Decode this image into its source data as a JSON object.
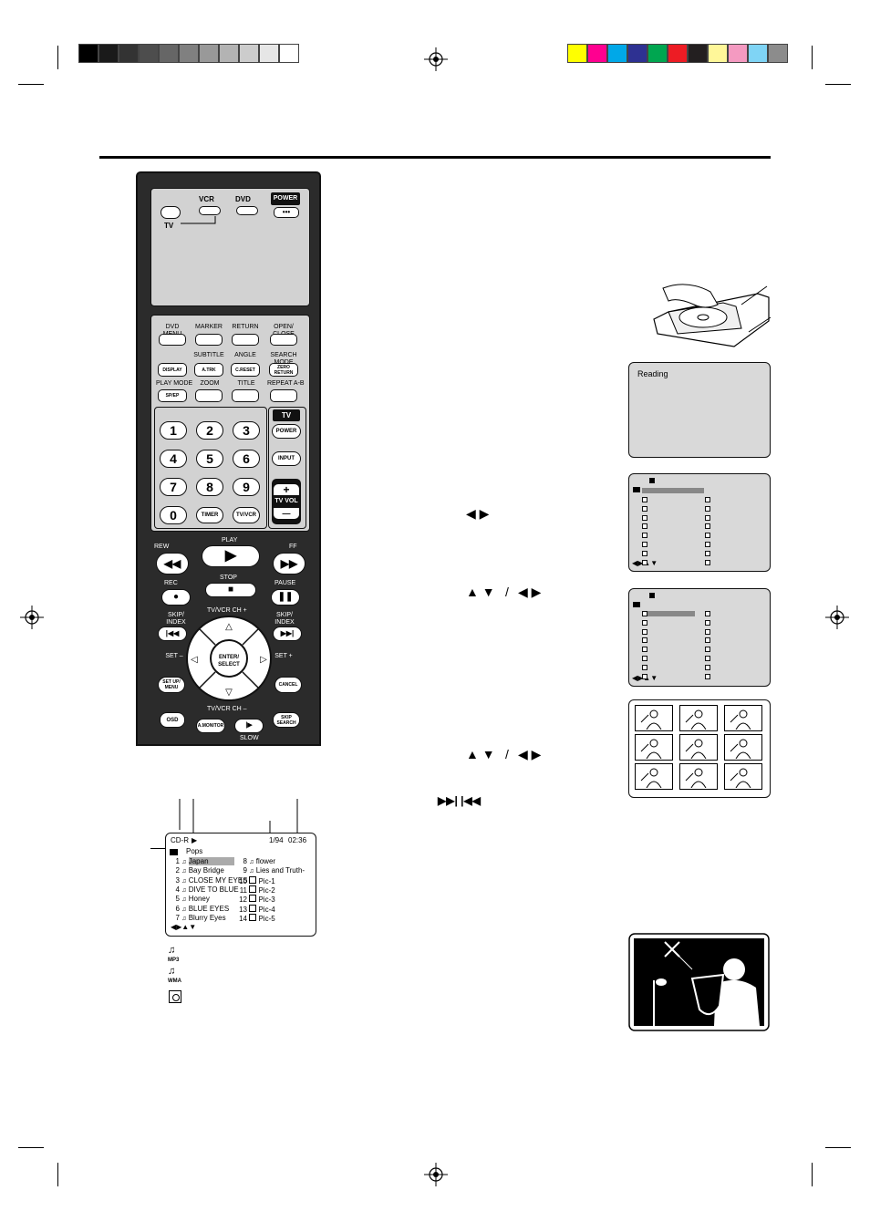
{
  "colors": {
    "grayscale_bar": [
      "#000000",
      "#1a1a1a",
      "#333333",
      "#4d4d4d",
      "#666666",
      "#808080",
      "#999999",
      "#b3b3b3",
      "#cccccc",
      "#e6e6e6",
      "#ffffff"
    ],
    "color_bar": [
      "#ffff00",
      "#ff0090",
      "#00a8e8",
      "#2e3192",
      "#00a650",
      "#ed1c24",
      "#231f20",
      "#fff799",
      "#f49ac1",
      "#7fd4f5",
      "#8c8c8c"
    ]
  },
  "remote": {
    "vcr_label": "VCR",
    "dvd_label": "DVD",
    "power_label": "POWER",
    "tv_switch_label": "TV",
    "row1": [
      "DVD MENU",
      "MARKER",
      "RETURN",
      "OPEN/ CLOSE"
    ],
    "row2_labels": [
      "SUBTITLE",
      "ANGLE",
      "SEARCH MODE"
    ],
    "row2_buttons": [
      "DISPLAY",
      "A.TRK",
      "C.RESET",
      "ZERO RETURN"
    ],
    "row3_labels": [
      "PLAY MODE",
      "ZOOM",
      "TITLE",
      "REPEAT A-B"
    ],
    "row3_buttons": [
      "SP/EP"
    ],
    "numbers": [
      "1",
      "2",
      "3",
      "4",
      "5",
      "6",
      "7",
      "8",
      "9",
      "0"
    ],
    "timer": "TIMER",
    "tvvcr": "TV/VCR",
    "tv_side": [
      "TV",
      "POWER",
      "INPUT"
    ],
    "tv_vol": "TV VOL",
    "vol_plus": "+",
    "vol_minus": "—",
    "transport": {
      "play": "PLAY",
      "rew": "REW",
      "ff": "FF",
      "rec": "REC",
      "stop": "STOP",
      "pause": "PAUSE"
    },
    "nav": {
      "ch_up": "TV/VCR CH +",
      "ch_down": "TV/VCR CH –",
      "skip_left": "SKIP/ INDEX",
      "skip_right": "SKIP/ INDEX",
      "set_minus": "SET –",
      "set_plus": "SET +",
      "enter": "ENTER/ SELECT",
      "setup": "SET UP/ MENU",
      "cancel": "CANCEL"
    },
    "bottom": [
      "OSD",
      "A.MONITOR",
      "SKIP SEARCH"
    ],
    "slow": "SLOW"
  },
  "screens": {
    "reading": "Reading"
  },
  "arrow_symbols": {
    "left_right": "◀ ▶",
    "up_down": "▲ ▼",
    "or": "/",
    "skip": "▶▶| |◀◀"
  },
  "lcd": {
    "source": "CD-R",
    "play_symbol": "▶",
    "track_count": "1/94",
    "time": "02:36",
    "folder": "Pops",
    "left_tracks": [
      {
        "n": "1",
        "t": "Japan"
      },
      {
        "n": "2",
        "t": "Bay Bridge"
      },
      {
        "n": "3",
        "t": "CLOSE MY EYES"
      },
      {
        "n": "4",
        "t": "DIVE TO BLUE"
      },
      {
        "n": "5",
        "t": "Honey"
      },
      {
        "n": "6",
        "t": "BLUE EYES"
      },
      {
        "n": "7",
        "t": "Blurry Eyes"
      }
    ],
    "right_tracks": [
      {
        "n": "8",
        "t": "flower"
      },
      {
        "n": "9",
        "t": "Lies and Truth-"
      },
      {
        "n": "10",
        "t": "Pic-1"
      },
      {
        "n": "11",
        "t": "Pic-2"
      },
      {
        "n": "12",
        "t": "Pic-3"
      },
      {
        "n": "13",
        "t": "Pic-4"
      },
      {
        "n": "14",
        "t": "Pic-5"
      }
    ],
    "nav_arrows": "◀▶▲▼"
  },
  "legend_icons": [
    "mp3-icon",
    "wma-icon",
    "jpeg-icon"
  ],
  "legend_icon_text": [
    "MP3",
    "WMA"
  ]
}
